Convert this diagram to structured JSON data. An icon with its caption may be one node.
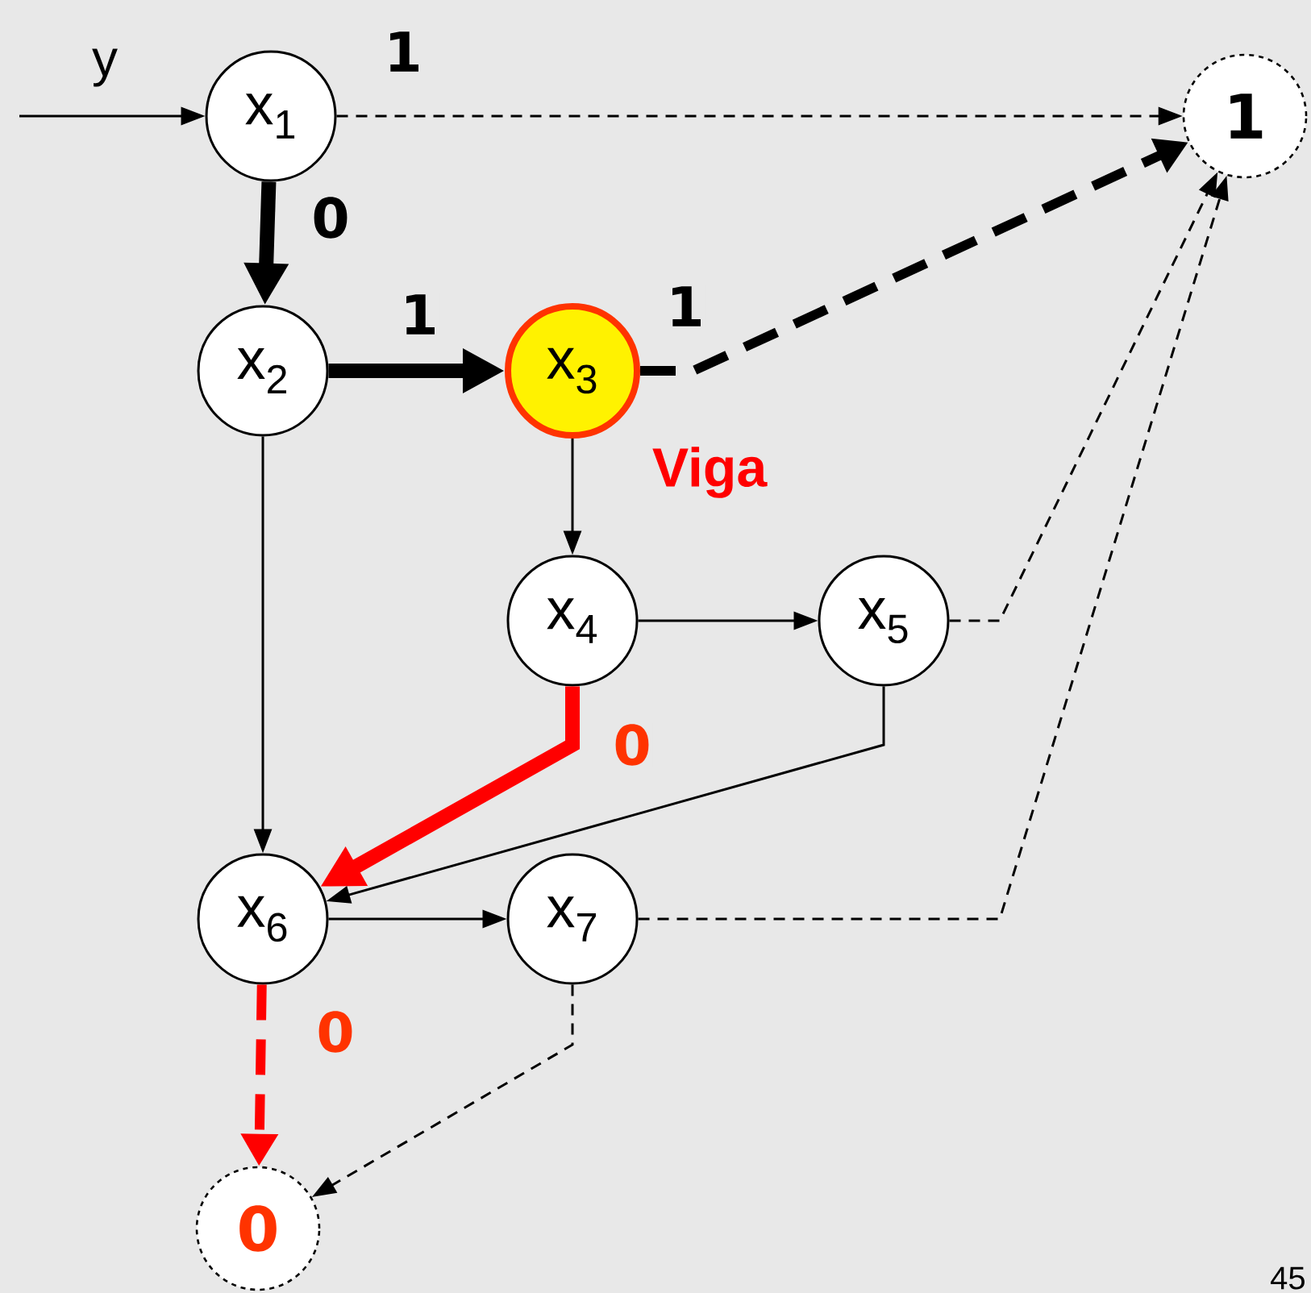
{
  "diagram": {
    "nodes": [
      {
        "text": [
          "x$_{1}$"
        ]
      },
      {
        "text": [
          "1"
        ]
      },
      {
        "text": [
          "x$_{2}$"
        ]
      },
      {
        "text": [
          "x$_{3}$"
        ],
        "beside": [
          "Viga"
        ]
      },
      {
        "text": [
          "x$_{4}$"
        ]
      },
      {
        "text": [
          "x$_{5}$"
        ]
      },
      {
        "text": [
          "x$_{6}$"
        ]
      },
      {
        "text": [
          "x$_{7}$"
        ]
      },
      {
        "text": [
          "0"
        ]
      }
    ],
    "edges": [
      {
        "from": null,
        "to": 0,
        "arrow": "to",
        "label": "y"
      },
      {
        "from": 0,
        "to": 1,
        "arrow": "to",
        "label": "1",
        "style": "dashed"
      },
      {
        "from": 0,
        "to": 2,
        "arrow": "to",
        "label": "0",
        "style": "thick"
      },
      {
        "from": 2,
        "to": 3,
        "arrow": "to",
        "label": "1",
        "style": "thick"
      },
      {
        "from": 3,
        "to": 1,
        "arrow": "to",
        "label": "1",
        "style": "dashed"
      },
      {
        "from": 2,
        "to": 6,
        "arrow": "to"
      },
      {
        "from": 3,
        "to": 4,
        "arrow": "to"
      },
      {
        "from": 4,
        "to": 5,
        "arrow": "to"
      },
      {
        "from": 4,
        "to": 6,
        "arrow": "to",
        "label": "0",
        "style": "thick",
        "color": "#ff0000"
      },
      {
        "from": 5,
        "to": 6,
        "arrow": "to"
      },
      {
        "from": 5,
        "to": 1,
        "arrow": "to",
        "style": "dashed"
      },
      {
        "from": 6,
        "to": 7,
        "arrow": "to"
      },
      {
        "from": 7,
        "to": 1,
        "arrow": "to",
        "style": "dashed"
      },
      {
        "from": 6,
        "to": 8,
        "arrow": "to",
        "label": "0",
        "style": "dashed",
        "color": "#ff0000"
      },
      {
        "from": 7,
        "to": 8,
        "arrow": "to",
        "style": "dashed"
      }
    ],
    "labels": [
      "45"
    ]
  }
}
